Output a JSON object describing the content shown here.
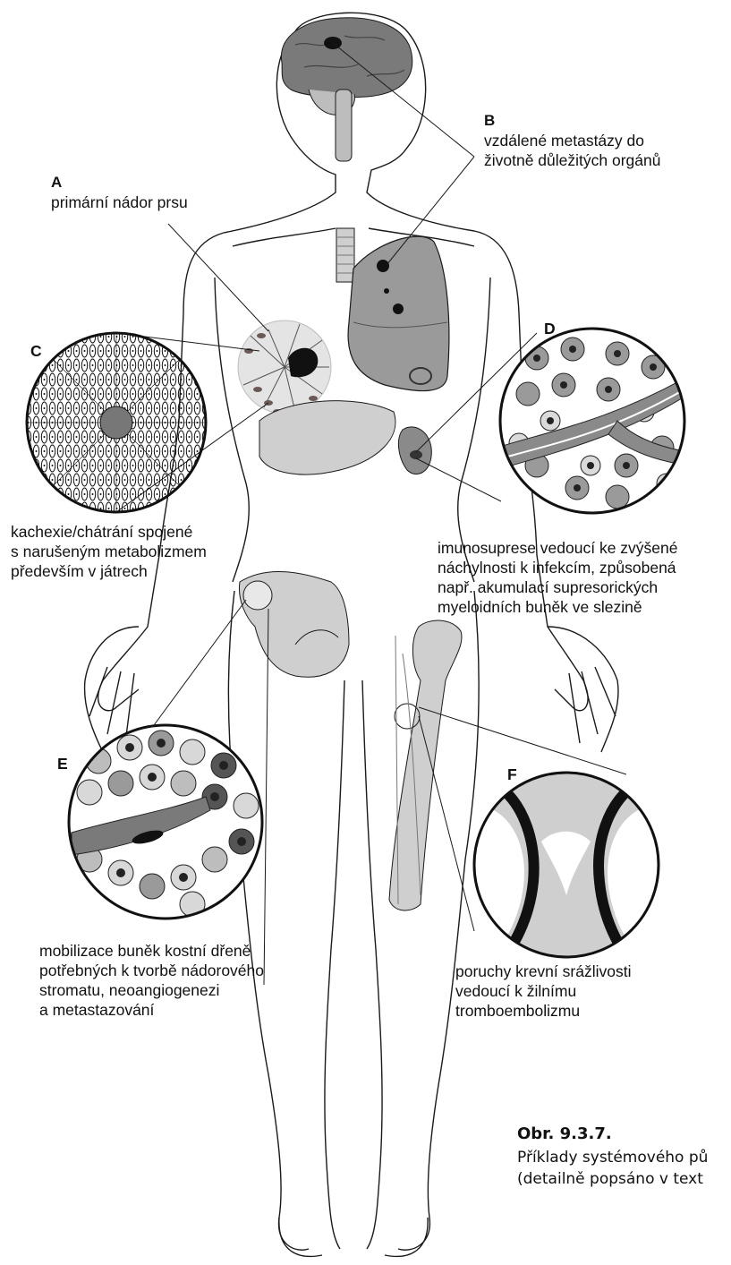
{
  "labels": {
    "A": {
      "letter": "A",
      "lines": [
        "primární nádor prsu"
      ]
    },
    "B": {
      "letter": "B",
      "lines": [
        "vzdálené metastázy do",
        "životně důležitých orgánů"
      ]
    },
    "C": {
      "letter": "C",
      "lines": [
        "kachexie/chátrání spojené",
        "s narušeným metabolizmem",
        "především v játrech"
      ]
    },
    "D": {
      "letter": "D",
      "lines": [
        "imunosuprese vedoucí ke zvýšené",
        "náchylnosti k infekcím, způsobená",
        "např. akumulací supresorických",
        "myeloidních buněk ve slezině"
      ]
    },
    "E": {
      "letter": "E",
      "lines": [
        "mobilizace buněk kostní dřeně",
        "potřebných k tvorbě nádorového",
        "stromatu, neoangiogenezi",
        "a metastazování"
      ]
    },
    "F": {
      "letter": "F",
      "lines": [
        "poruchy krevní srážlivosti",
        "vedoucí k žilnímu",
        "tromboembolizmu"
      ]
    }
  },
  "caption": {
    "title": "Obr. 9.3.7.",
    "lines": [
      "Příklady systémového pů",
      "(detailně popsáno v text"
    ]
  },
  "colors": {
    "outline": "#1a1a1a",
    "organ_light": "#cfcfcf",
    "organ_mid": "#9a9a9a",
    "organ_dark": "#6e6e6e",
    "tumor": "#111111"
  }
}
